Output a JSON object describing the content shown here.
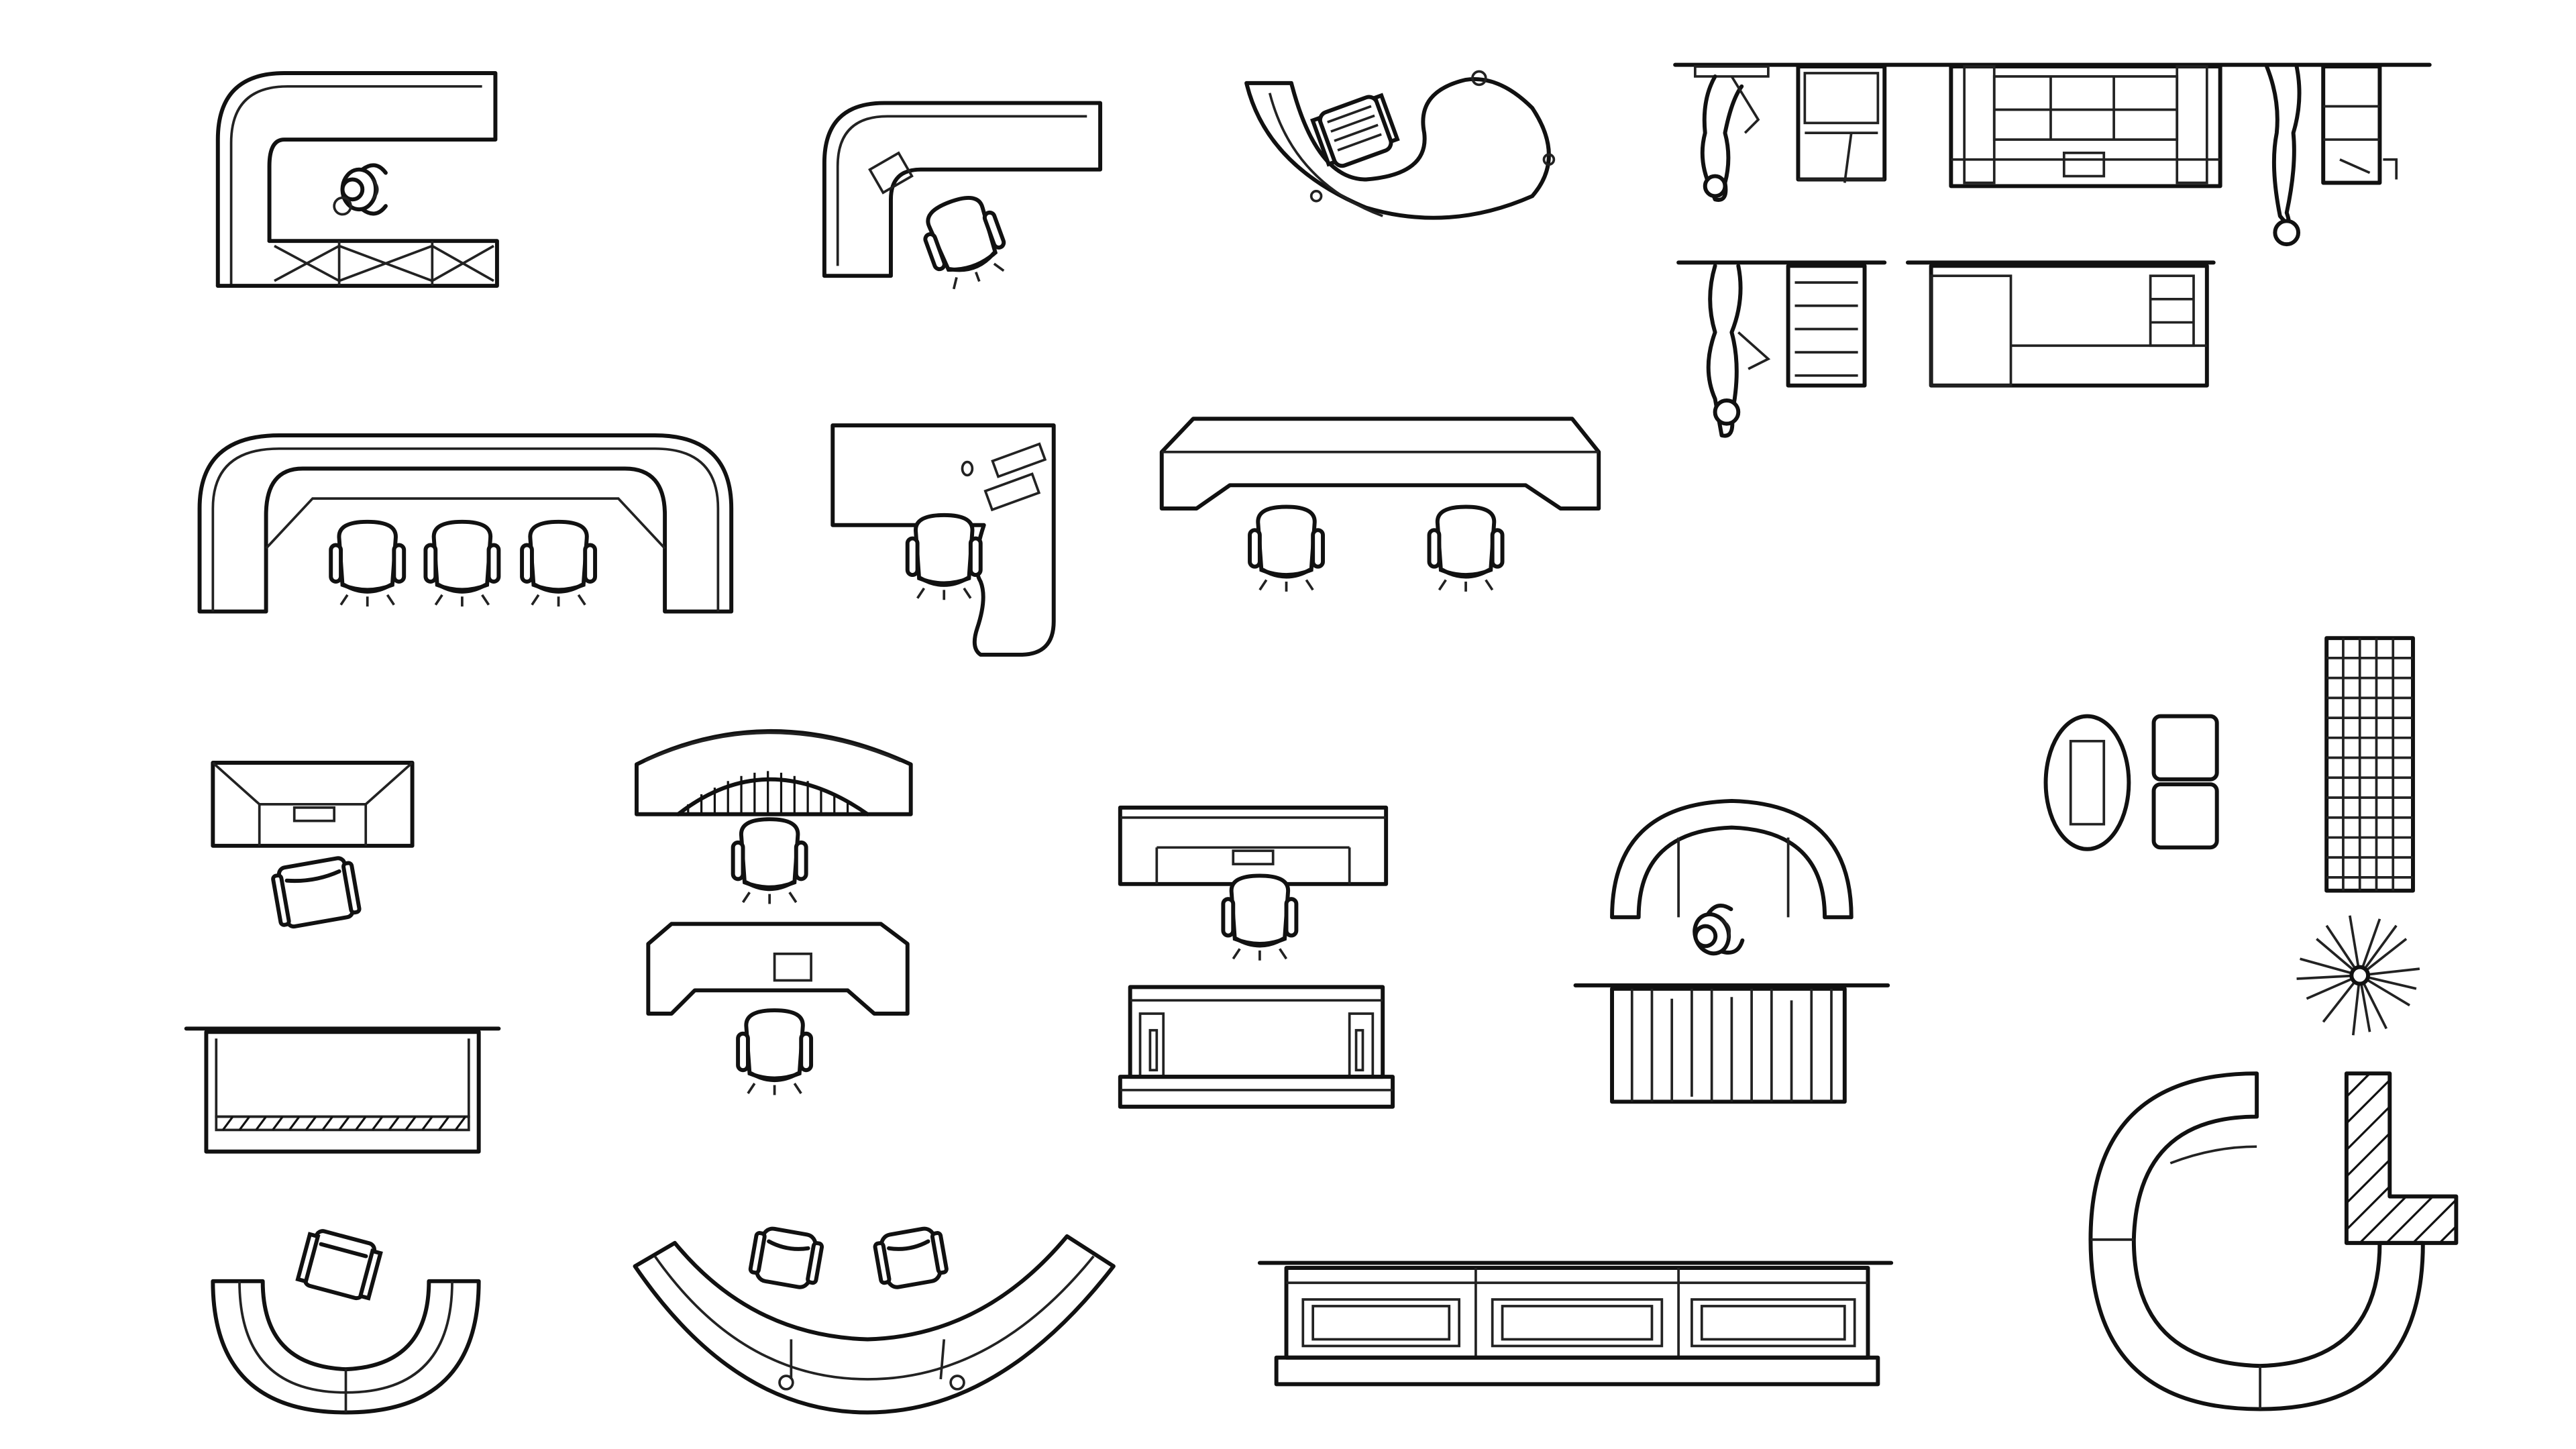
{
  "drawing": {
    "background": "#ffffff",
    "line_color": "#111111",
    "description_label": ""
  },
  "blocks": [
    {
      "id": "l-counter-person"
    },
    {
      "id": "l-desk-laptop-chair"
    },
    {
      "id": "curved-desk-chair"
    },
    {
      "id": "elevations-front"
    },
    {
      "id": "elevations-side"
    },
    {
      "id": "reception-three-chairs"
    },
    {
      "id": "rect-desk-laptop"
    },
    {
      "id": "angled-counter-two-chairs"
    },
    {
      "id": "small-desk-armchair"
    },
    {
      "id": "arched-desk"
    },
    {
      "id": "exec-desk-chair"
    },
    {
      "id": "semicircle-desk-person"
    },
    {
      "id": "oval-table-planter"
    },
    {
      "id": "bench-elevation"
    },
    {
      "id": "angled-desk-laptop"
    },
    {
      "id": "counter-elevation"
    },
    {
      "id": "slatted-counter-elevation"
    },
    {
      "id": "quarter-round-desk"
    },
    {
      "id": "arc-desk-two-chairs"
    },
    {
      "id": "panelled-counter-elevation"
    },
    {
      "id": "round-desk-plan"
    }
  ]
}
